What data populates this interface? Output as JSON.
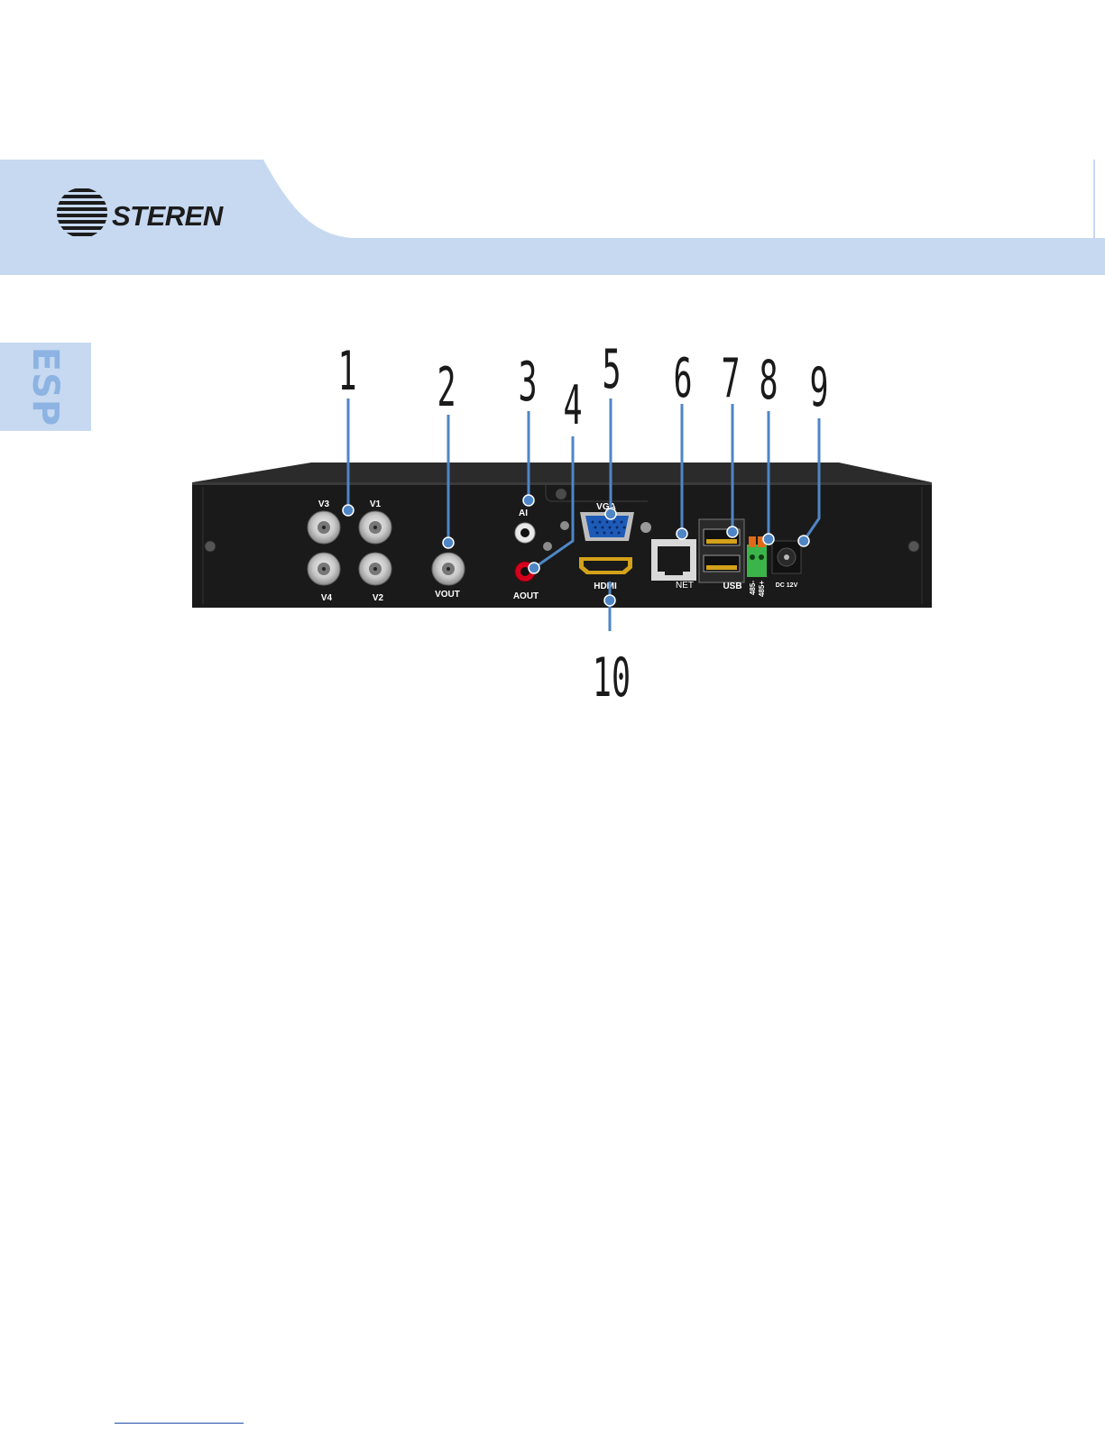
{
  "header": {
    "brand": "STEREN",
    "language_tab": "ESP",
    "colors": {
      "band": "#c6d9f1",
      "tab_text": "#8db3e2",
      "callout_line": "#4f86c6"
    }
  },
  "diagram": {
    "callouts": [
      {
        "number": "1",
        "target": "Video inputs V1-V4"
      },
      {
        "number": "2",
        "target": "VOUT"
      },
      {
        "number": "3",
        "target": "AI"
      },
      {
        "number": "4",
        "target": "AOUT"
      },
      {
        "number": "5",
        "target": "VGA"
      },
      {
        "number": "6",
        "target": "NET"
      },
      {
        "number": "7",
        "target": "USB"
      },
      {
        "number": "8",
        "target": "485- 485+"
      },
      {
        "number": "9",
        "target": "DC 12V"
      },
      {
        "number": "10",
        "target": "HDMI"
      }
    ],
    "port_labels": {
      "v3": "V3",
      "v1": "V1",
      "v4": "V4",
      "v2": "V2",
      "vout": "VOUT",
      "ai": "AI",
      "aout": "AOUT",
      "vga": "VGA",
      "hdmi": "HDMI",
      "net": "NET",
      "usb": "USB",
      "rs485_minus": "485-",
      "rs485_plus": "485+",
      "dc": "DC 12V"
    }
  }
}
